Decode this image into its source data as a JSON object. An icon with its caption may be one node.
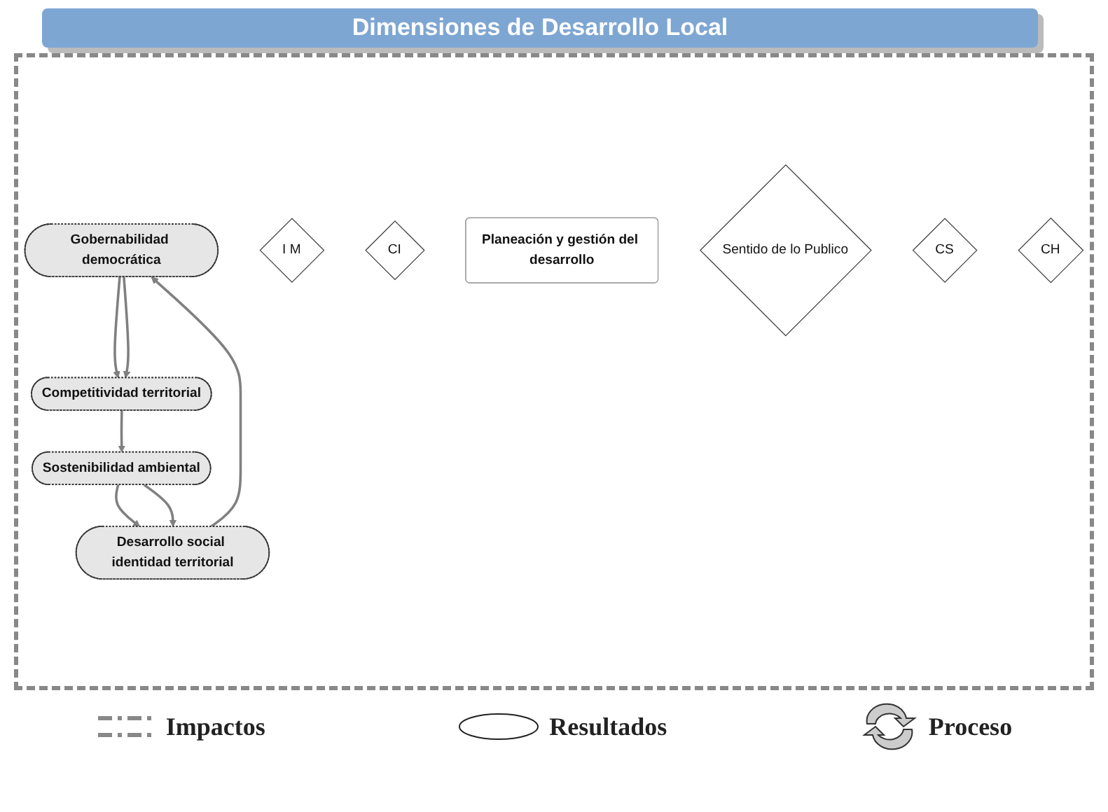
{
  "diagram": {
    "title": "Dimensiones de Desarrollo Local",
    "nodes": [
      {
        "text": [
          "Gobernabilidad democrática"
        ]
      },
      {
        "text": [
          "I M"
        ]
      },
      {
        "text": [
          "Competitividad territorial"
        ]
      },
      {
        "text": [
          "CI"
        ]
      },
      {
        "text": [
          "Planeación y gestión del desarrollo"
        ]
      },
      {
        "text": [
          "Sentido de lo Publico"
        ]
      },
      {
        "text": [
          "CS"
        ]
      },
      {
        "text": [
          "CH"
        ]
      },
      {
        "text": [
          "Desarrollo social identidad territorial"
        ]
      },
      {
        "text": [
          "Sostenibilidad ambiental"
        ]
      }
    ],
    "edges": [
      {
        "from": 0,
        "to": 2,
        "arrow": "to"
      },
      {
        "from": 0,
        "to": 2,
        "arrow": "to"
      },
      {
        "from": 2,
        "to": 9,
        "arrow": "to"
      },
      {
        "from": 9,
        "to": 8,
        "arrow": "to"
      },
      {
        "from": 9,
        "to": 8,
        "arrow": "to"
      },
      {
        "from": 8,
        "to": 0,
        "arrow": "to"
      }
    ],
    "legend": [
      {
        "text": "Impactos"
      },
      {
        "text": "Resultados"
      },
      {
        "text": "Proceso"
      }
    ]
  }
}
